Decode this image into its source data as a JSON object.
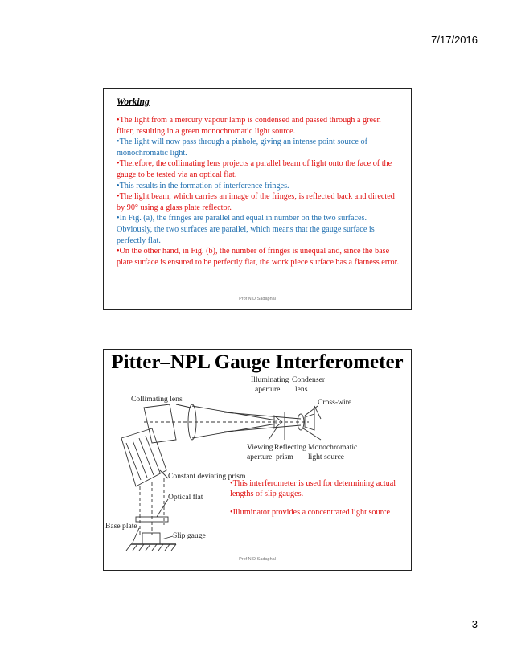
{
  "header": {
    "date": "7/17/2016"
  },
  "page_number": "3",
  "slide1": {
    "heading": "Working",
    "bullets": [
      {
        "text": "•The light from a mercury vapour lamp is condensed and passed through a green filter, resulting in a green monochromatic light source.",
        "color": "#e01010"
      },
      {
        "text": "•The light will now pass through a pinhole, giving an intense point source of monochromatic light.",
        "color": "#1f6fb0"
      },
      {
        "text": "•Therefore, the collimating lens projects a parallel beam of light onto the face of the gauge to be tested via an optical flat.",
        "color": "#e01010"
      },
      {
        "text": "•This results in the formation of interference fringes.",
        "color": "#1f6fb0"
      },
      {
        "text": "•The light beam, which carries an image of the fringes, is reflected back and directed by 90° using a glass plate reflector.",
        "color": "#e01010"
      },
      {
        "text": "•In Fig. (a), the fringes are parallel and equal in number on the two surfaces. Obviously, the two surfaces are parallel, which means that the gauge surface is perfectly flat.",
        "color": "#1f6fb0"
      },
      {
        "text": "•On the other hand, in Fig. (b), the number of fringes is unequal and, since the base plate surface is ensured to be perfectly flat, the work piece surface has a flatness error.",
        "color": "#e01010"
      }
    ],
    "footer": "Prof N D Sadaphal"
  },
  "slide2": {
    "title": "Pitter–NPL Gauge Interferometer",
    "diagram_labels": {
      "illuminating": "Illuminating",
      "aperture": "aperture",
      "condenser": "Condenser",
      "lens": "lens",
      "collimating_lens": "Collimating lens",
      "cross_wire": "Cross-wire",
      "viewing": "Viewing",
      "viewing_aperture": "aperture",
      "reflecting": "Reflecting",
      "prism": "prism",
      "monochromatic": "Monochromatic",
      "light_source": "light source",
      "constant_deviating_prism": "Constant deviating prism",
      "optical_flat": "Optical flat",
      "base_plate": "Base plate",
      "slip_gauge": "Slip gauge"
    },
    "notes": [
      "•This interferometer is used for determining actual lengths of slip gauges.",
      "•Illuminator provides a concentrated light source"
    ],
    "footer": "Prof N D Sadaphal"
  }
}
